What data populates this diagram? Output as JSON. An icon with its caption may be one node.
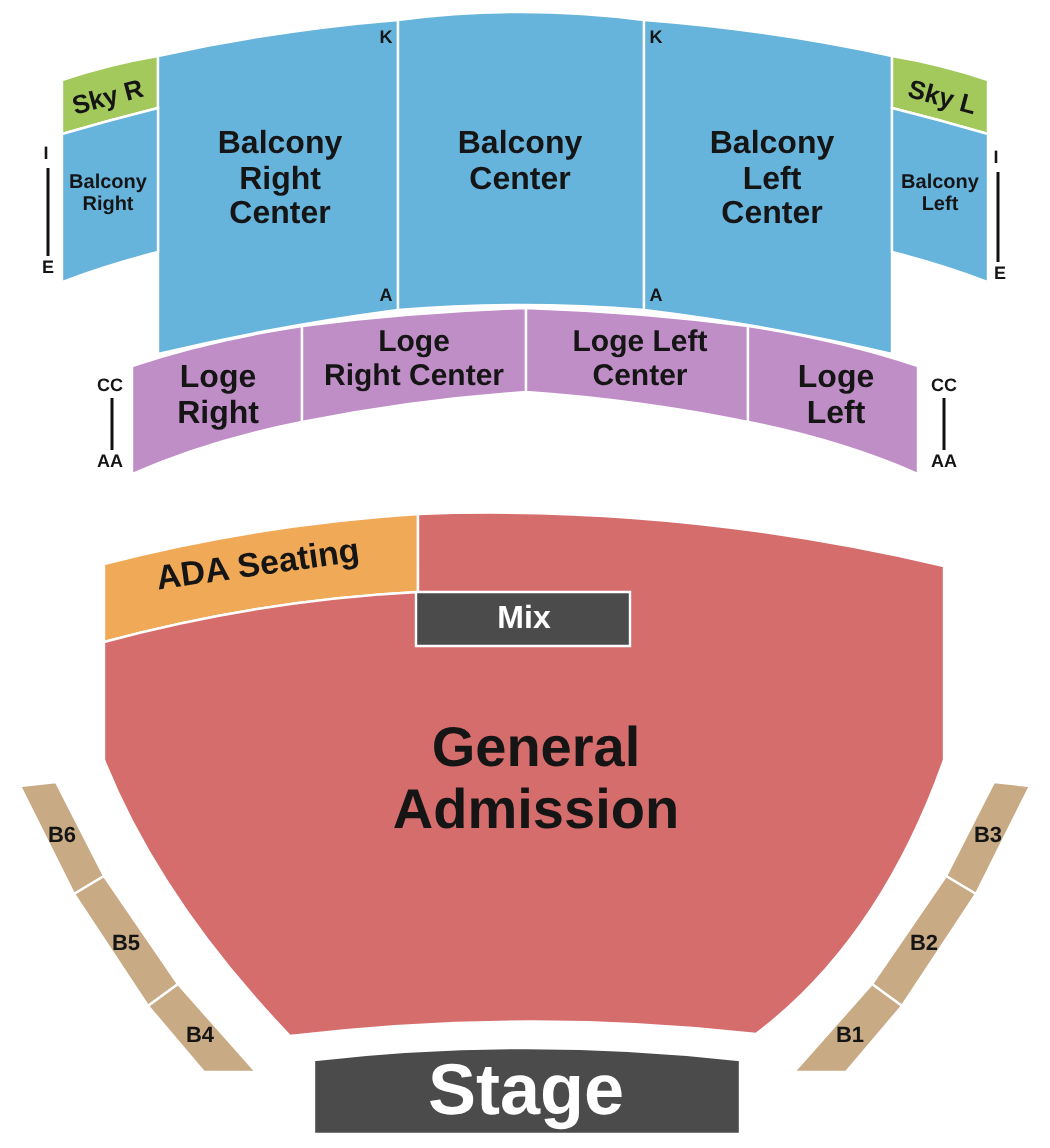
{
  "diagram": {
    "nodes": [
      {
        "text": [
          "Sky R"
        ]
      },
      {
        "text": [
          "Balcony Right Center"
        ]
      },
      {
        "text": [
          "Balcony Center"
        ]
      },
      {
        "text": [
          "Balcony Left Center"
        ]
      },
      {
        "text": [
          "Sky L"
        ]
      },
      {
        "text": [
          "Balcony Right"
        ]
      },
      {
        "text": [
          "Balcony Left"
        ]
      },
      {
        "text": [
          "Loge Right"
        ]
      },
      {
        "text": [
          "Loge Right Center"
        ]
      },
      {
        "text": [
          "Loge Left Center"
        ]
      },
      {
        "text": [
          "Loge Left"
        ]
      },
      {
        "text": [
          "ADA Seating"
        ]
      },
      {
        "text": [
          "General Admission"
        ]
      },
      {
        "text": [
          "Mix"
        ],
        "in": 12
      },
      {
        "text": [
          "B6"
        ]
      },
      {
        "text": [
          "B3"
        ]
      },
      {
        "text": [
          "B5"
        ]
      },
      {
        "text": [
          "B2"
        ]
      },
      {
        "text": [
          "B4"
        ]
      },
      {
        "text": [
          "B1"
        ]
      },
      {
        "text": [
          "Stage"
        ]
      }
    ],
    "labels": [
      "K",
      "K",
      "I",
      "I",
      "E",
      "E",
      "A",
      "A",
      "CC",
      "CC",
      "AA",
      "AA"
    ]
  }
}
